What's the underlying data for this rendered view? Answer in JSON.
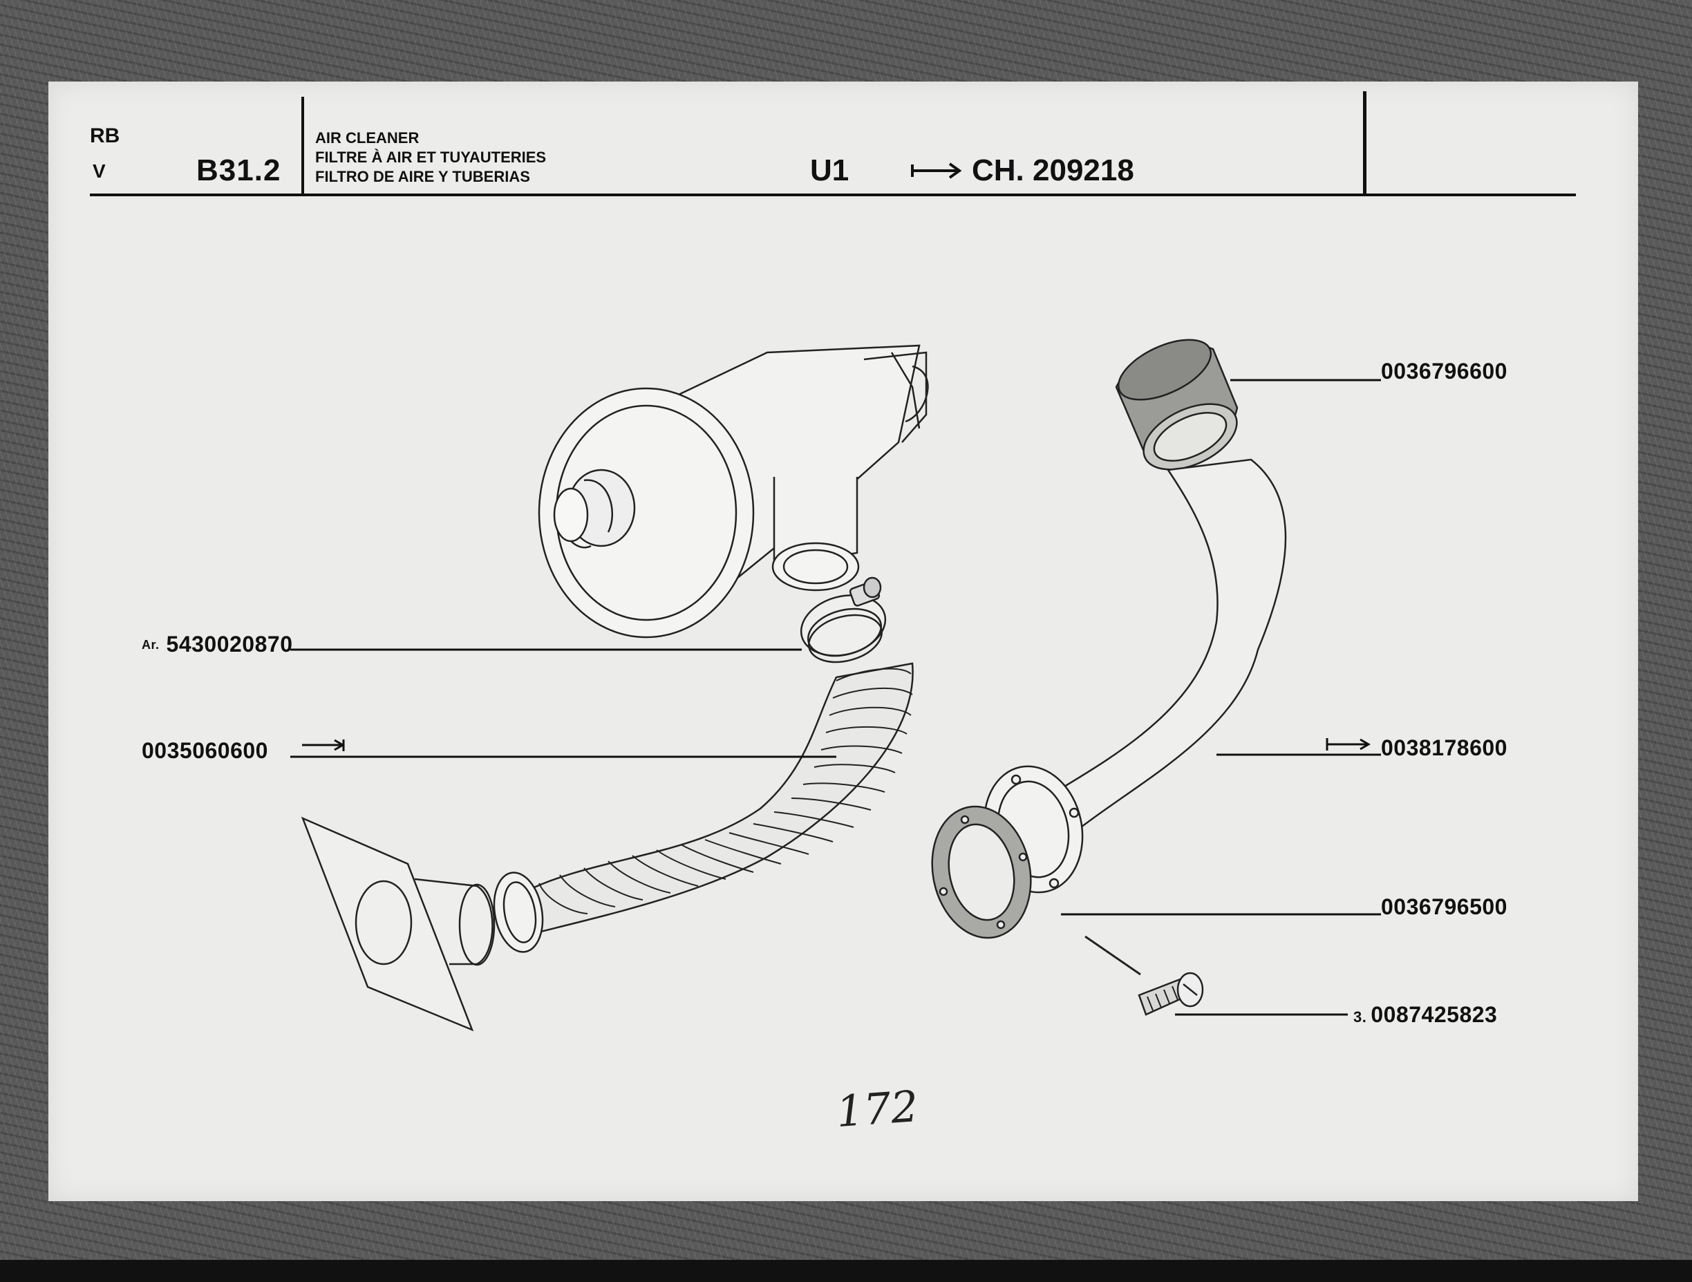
{
  "header": {
    "series_top": "RB",
    "series_bottom": "V",
    "section_code": "B31.2",
    "titles": {
      "en": "AIR CLEANER",
      "fr": "FILTRE À AIR ET TUYAUTERIES",
      "es": "FILTRO DE AIRE Y TUBERIAS"
    },
    "model": "U1",
    "chassis": "CH. 209218"
  },
  "parts": [
    {
      "number": "0036796600",
      "prefix": ""
    },
    {
      "number": "5430020870",
      "prefix": "Ar."
    },
    {
      "number": "0035060600",
      "prefix": ""
    },
    {
      "number": "0038178600",
      "prefix": ""
    },
    {
      "number": "0036796500",
      "prefix": ""
    },
    {
      "number": "0087425823",
      "prefix": "3."
    }
  ],
  "page_number": "172",
  "colors": {
    "ink": "#111111",
    "paper": "#ececea",
    "backdrop": "#585858"
  }
}
